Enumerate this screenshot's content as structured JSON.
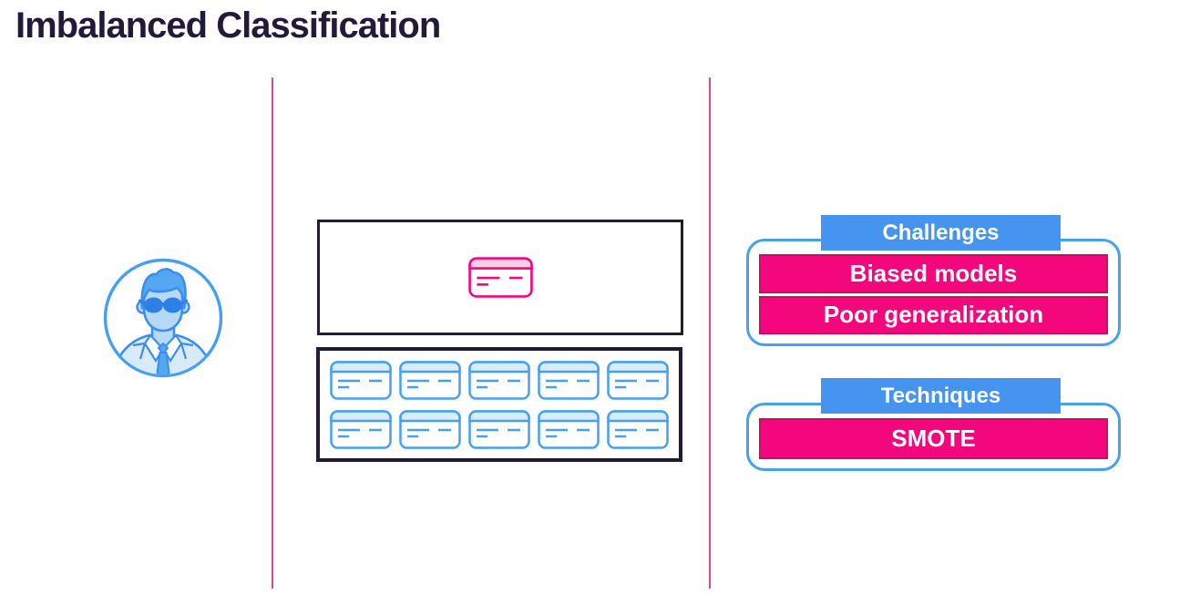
{
  "title": "Imbalanced Classification",
  "palette": {
    "dark": "#231a3a",
    "blue": "#4494f0",
    "blue_stroke": "#46a0f2",
    "blue_light": "#d9ecfc",
    "blue_mid": "#2e7fe8",
    "pink": "#f2077c",
    "pink_light": "#f9cfe6",
    "pink_bar": "#f4077c",
    "pink_bar_border": "#cf0a60",
    "divider": "#dd4699"
  },
  "persona": {
    "icon": "analyst-with-sunglasses-icon"
  },
  "dataset": {
    "minority_class": {
      "icon": "credit-card-icon",
      "color_key": "pink",
      "count": 1
    },
    "majority_class": {
      "icon": "credit-card-icon",
      "color_key": "blue",
      "count": 10,
      "rows": 2,
      "cols": 5
    }
  },
  "challenges": {
    "label": "Challenges",
    "items": [
      "Biased models",
      "Poor generalization"
    ]
  },
  "techniques": {
    "label": "Techniques",
    "items": [
      "SMOTE"
    ]
  }
}
